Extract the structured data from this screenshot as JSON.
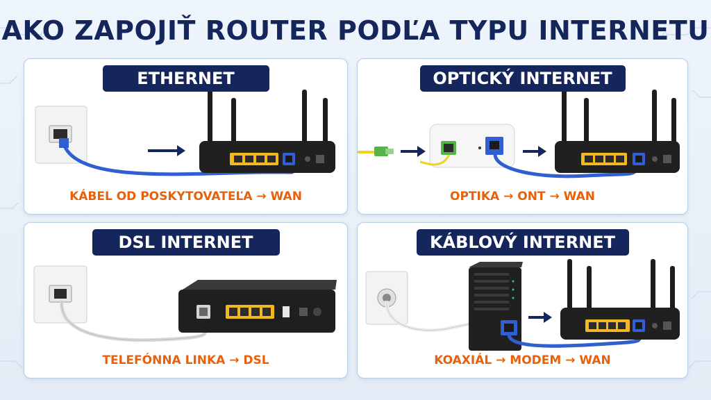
{
  "title": "AKO ZAPOJIŤ ROUTER PODĽA TYPU INTERNETU",
  "panels": [
    {
      "id": "ethernet",
      "heading": "ETHERNET",
      "caption": "KÁBEL OD POSKYTOVATEĽA → WAN"
    },
    {
      "id": "optical",
      "heading": "OPTICKÝ INTERNET",
      "caption": "OPTIKA → ONT → WAN"
    },
    {
      "id": "dsl",
      "heading": "DSL INTERNET",
      "caption": "TELEFÓNNA LINKA → DSL"
    },
    {
      "id": "cable",
      "heading": "KÁBLOVÝ INTERNET",
      "caption": "KOAXIÁL → MODEM → WAN"
    }
  ],
  "colors": {
    "navy": "#14265c",
    "orange": "#e8600a",
    "ethernet_cable": "#2f5fd0",
    "phone_cable": "#d9d9d9",
    "fiber_cable": "#f2d21b",
    "lan_ports": "#f3b81f"
  },
  "icons": [
    "wall-ethernet-socket-icon",
    "wall-phone-socket-icon",
    "wall-coax-socket-icon",
    "router-icon",
    "ont-icon",
    "dsl-modem-icon",
    "cable-modem-icon",
    "arrow-right-icon"
  ]
}
